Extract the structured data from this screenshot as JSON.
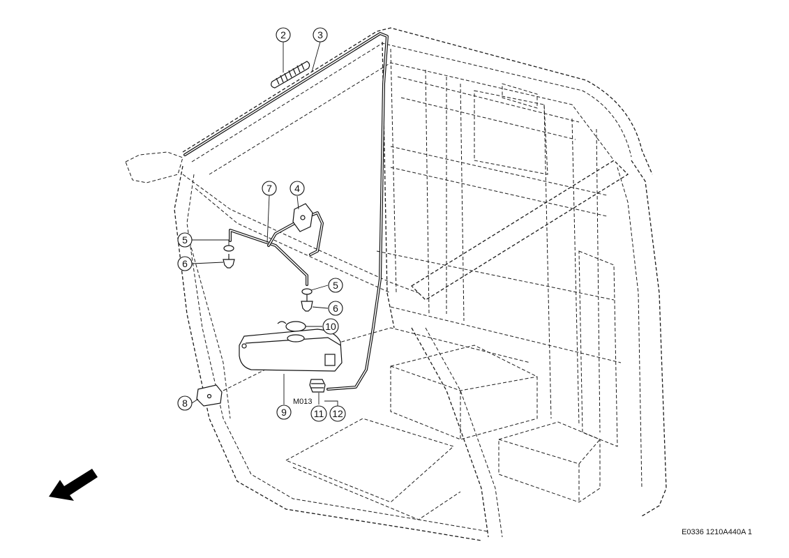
{
  "drawing_ref": "E0336 1210A440A 1",
  "component_code": "M013",
  "callouts": [
    {
      "id": "c2",
      "label": "2"
    },
    {
      "id": "c3",
      "label": "3"
    },
    {
      "id": "c4",
      "label": "4"
    },
    {
      "id": "c5a",
      "label": "5"
    },
    {
      "id": "c5b",
      "label": "5"
    },
    {
      "id": "c6a",
      "label": "6"
    },
    {
      "id": "c6b",
      "label": "6"
    },
    {
      "id": "c7",
      "label": "7"
    },
    {
      "id": "c8",
      "label": "8"
    },
    {
      "id": "c9",
      "label": "9"
    },
    {
      "id": "c10",
      "label": "10"
    },
    {
      "id": "c11",
      "label": "11"
    },
    {
      "id": "c12",
      "label": "12"
    }
  ],
  "colors": {
    "line": "#111111",
    "background": "#ffffff"
  }
}
